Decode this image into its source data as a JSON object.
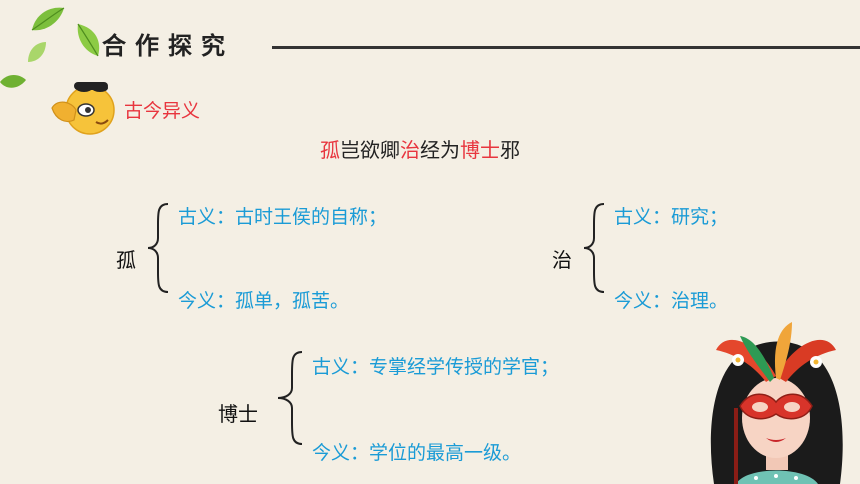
{
  "header": {
    "title": "合作探究"
  },
  "section": {
    "label": "古今异义"
  },
  "sentence": {
    "parts": [
      "孤",
      "岂欲卿",
      "治",
      "经为",
      "博士",
      "邪"
    ]
  },
  "entries": [
    {
      "term": "孤",
      "ancient": "古义：古时王侯的自称；",
      "modern": "今义：孤单，孤苦。"
    },
    {
      "term": "治",
      "ancient": "古义：研究；",
      "modern": "今义：治理。"
    },
    {
      "term": "博士",
      "ancient": "古义：专掌经学传授的学官；",
      "modern": "今义：学位的最高一级。"
    }
  ],
  "colors": {
    "highlight": "#e8353e",
    "definition": "#1a9bd6",
    "background": "#f4efe4"
  },
  "icons": [
    "leaf-icon",
    "emoji-sunglasses-icon",
    "masked-woman-illustration"
  ]
}
